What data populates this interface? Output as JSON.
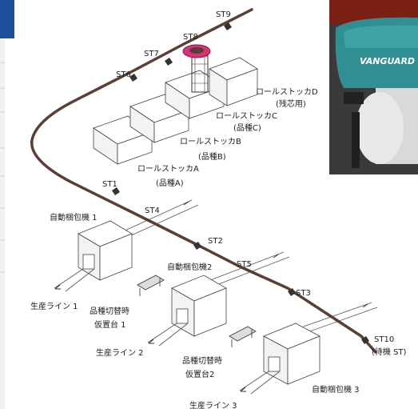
{
  "stations": {
    "st1": "ST1",
    "st2": "ST2",
    "st3": "ST3",
    "st4": "ST4",
    "st5": "ST5",
    "st6": "ST6",
    "st7": "ST7",
    "st8": "ST8",
    "st9": "ST9",
    "st10": "ST10",
    "st10_note": "(待機 ST)"
  },
  "stockers": {
    "a": {
      "name": "ロールストッカA",
      "sub": "(品種A)"
    },
    "b": {
      "name": "ロールストッカB",
      "sub": "(品種B)"
    },
    "c": {
      "name": "ロールストッカC",
      "sub": "(品種C)"
    },
    "d": {
      "name": "ロールストッカD",
      "sub": "(残芯用)"
    }
  },
  "machines": {
    "m1": "自動梱包機 1",
    "m2": "自動梱包機2",
    "m3": "自動梱包機 3"
  },
  "lines": {
    "l1": "生産ライン 1",
    "l2": "生産ライン 2",
    "l3": "生産ライン 3"
  },
  "temp_tables": {
    "t1_line1": "品種切替時",
    "t1_line2": "仮置台 1",
    "t2_line1": "品種切替時",
    "t2_line2": "仮置台2"
  },
  "photo": {
    "brand": "VANGUARD"
  },
  "colors": {
    "rail": "#5a3f35",
    "ring": "#d6337a",
    "photo_teal": "#2f8f93",
    "blue_tab": "#1d4f9c"
  }
}
